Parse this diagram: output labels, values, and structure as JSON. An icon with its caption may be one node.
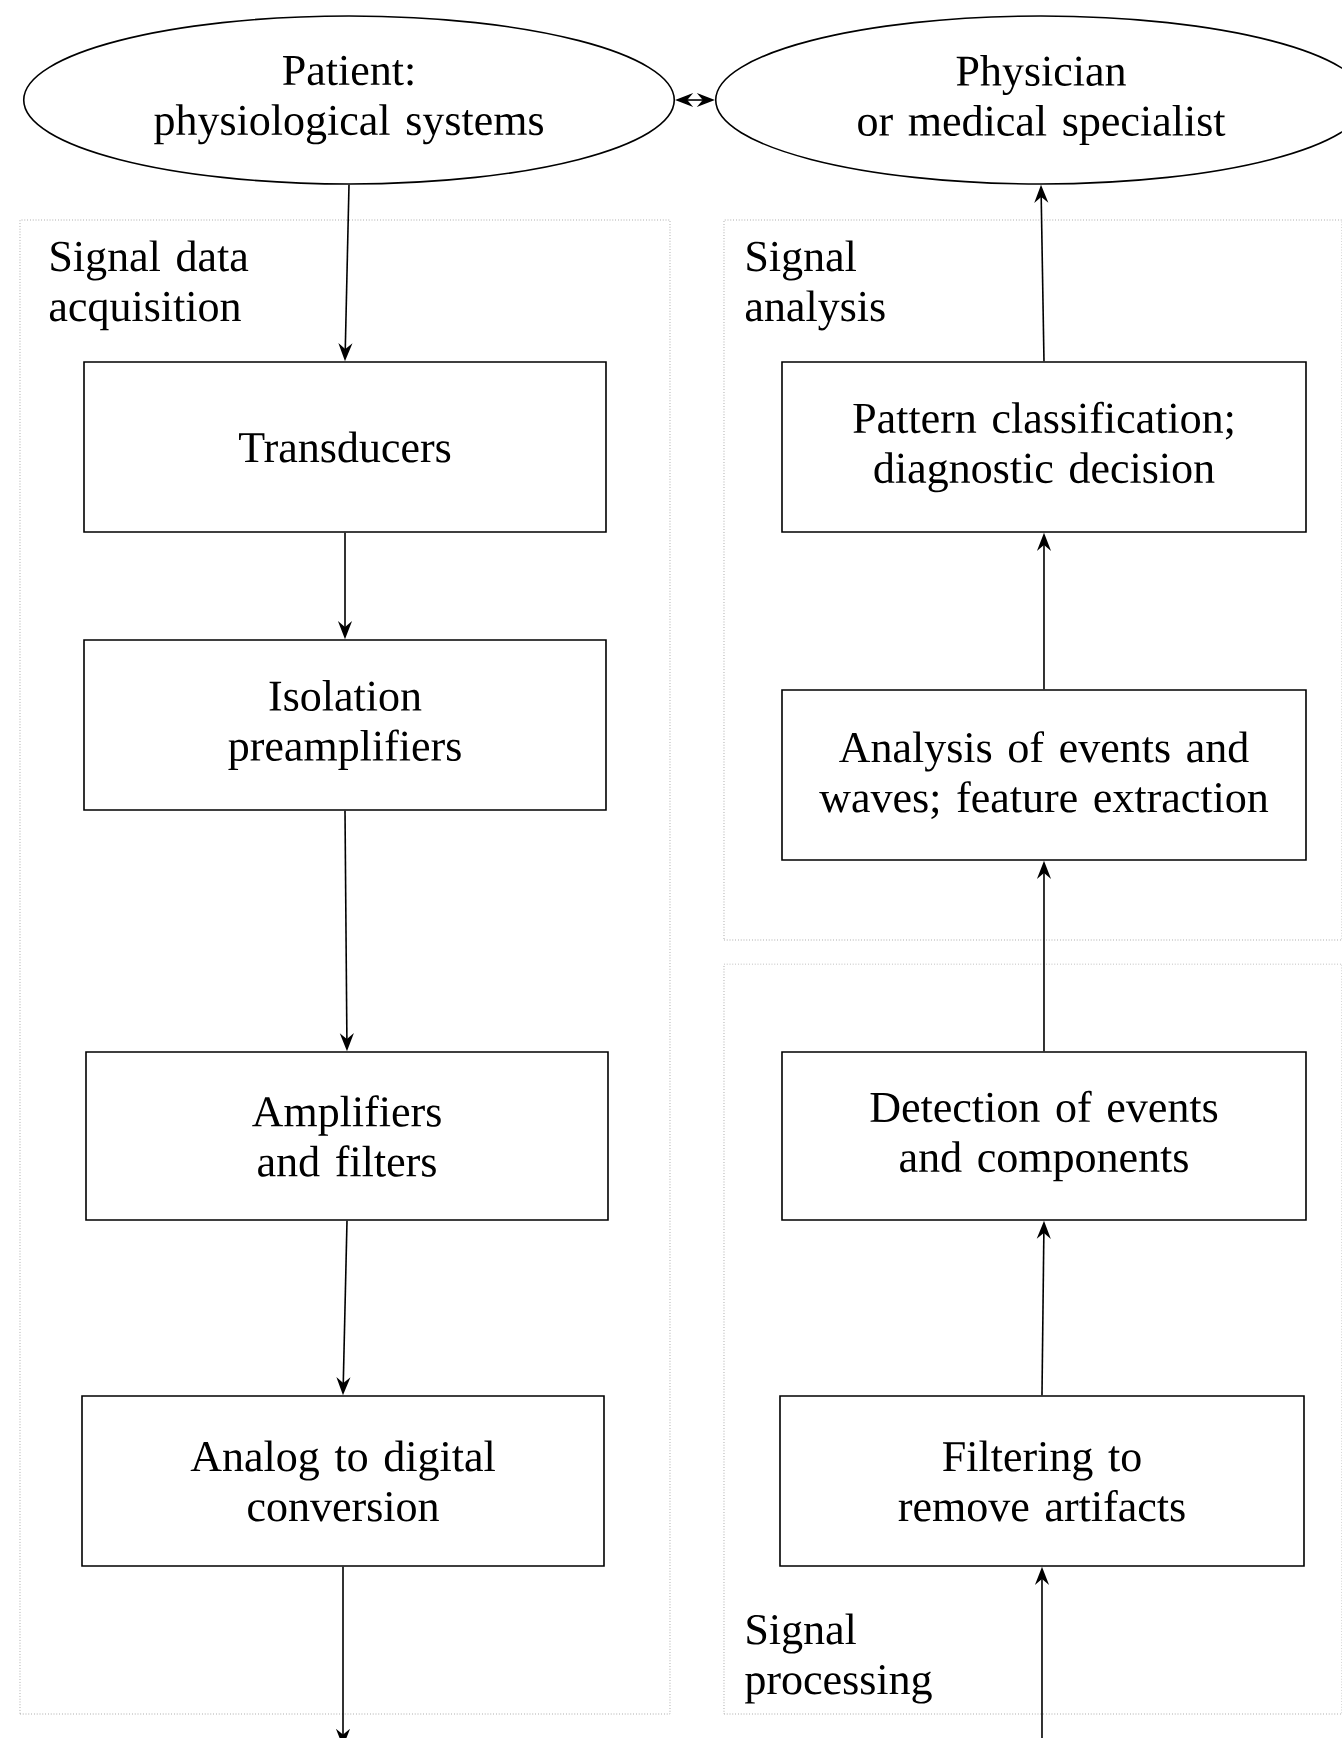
{
  "diagram": {
    "nodes": [
      {
        "text": [
          "Patient: physiological systems"
        ]
      },
      {
        "text": [
          "Physician or medical specialist"
        ]
      },
      {
        "text": [
          "Signal data acquisition"
        ]
      },
      {
        "text": [
          "Transducers"
        ],
        "in": 2
      },
      {
        "text": [
          "Isolation preamplifiers"
        ],
        "in": 2
      },
      {
        "text": [
          "Amplifiers and filters"
        ],
        "in": 2
      },
      {
        "text": [
          "Analog to digital conversion"
        ],
        "in": 2
      },
      {
        "text": [
          "Signal analysis"
        ]
      },
      {
        "text": [
          "Pattern classification; diagnostic decision"
        ],
        "in": 7
      },
      {
        "text": [
          "Analysis of events and waves; feature extraction"
        ],
        "in": 7
      },
      {
        "text": [
          "Signal processing"
        ]
      },
      {
        "text": [
          "Detection of events and components"
        ],
        "in": 10
      },
      {
        "text": [
          "Filtering to remove artifacts"
        ],
        "in": 10
      }
    ],
    "edges": [
      {
        "from": 0,
        "to": 1,
        "arrow": "both"
      },
      {
        "from": 0,
        "to": 3,
        "arrow": "to"
      },
      {
        "from": 3,
        "to": 4,
        "arrow": "to"
      },
      {
        "from": 4,
        "to": 5,
        "arrow": "to"
      },
      {
        "from": 5,
        "to": 6,
        "arrow": "to"
      },
      {
        "from": 6,
        "to": null,
        "arrow": "to"
      },
      {
        "from": null,
        "to": 12,
        "arrow": "to"
      },
      {
        "from": 12,
        "to": 11,
        "arrow": "to"
      },
      {
        "from": 11,
        "to": 9,
        "arrow": "to"
      },
      {
        "from": 9,
        "to": 8,
        "arrow": "to"
      },
      {
        "from": 8,
        "to": 1,
        "arrow": "to"
      }
    ]
  }
}
